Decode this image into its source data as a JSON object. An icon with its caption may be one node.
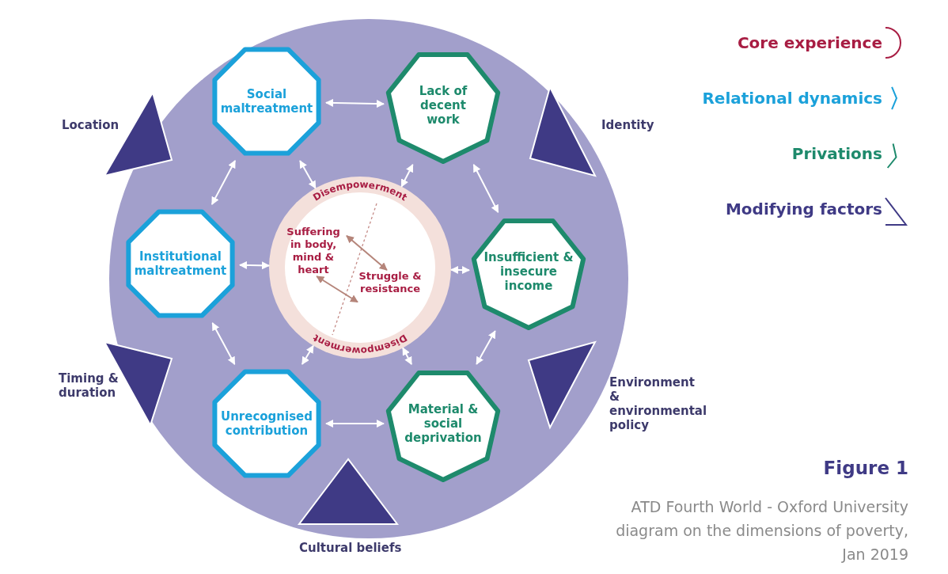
{
  "diagram": {
    "title": "Figure 1",
    "caption": "ATD Fourth World - Oxford University diagram on the dimensions of poverty, Jan 2019",
    "nodes": [
      {
        "text": [
          "Social maltreatment"
        ]
      },
      {
        "text": [
          "Lack of decent work"
        ]
      },
      {
        "text": [
          "Institutional maltreatment"
        ]
      },
      {
        "text": [
          "Disempowerment",
          "Disempowerment"
        ]
      },
      {
        "text": [
          "Suffering in body, mind & heart"
        ],
        "in": 3
      },
      {
        "text": [
          "Struggle & resistance"
        ],
        "in": 3
      },
      {
        "text": [
          "Insufficient & insecure income"
        ]
      },
      {
        "text": [
          "Unrecognised contribution"
        ]
      },
      {
        "text": [
          "Material & social deprivation"
        ]
      },
      {
        "text": [],
        "shape": "triangle",
        "beside": [
          "Location"
        ]
      },
      {
        "text": [],
        "shape": "triangle",
        "beside": [
          "Identity"
        ]
      },
      {
        "text": [],
        "shape": "triangle",
        "beside": [
          "Timing & duration"
        ]
      },
      {
        "text": [],
        "shape": "triangle",
        "beside": [
          "Environment & environmental policy"
        ]
      },
      {
        "text": [],
        "shape": "triangle",
        "beside": [
          "Cultural beliefs"
        ]
      }
    ],
    "edges": [
      {
        "from": 0,
        "to": 1,
        "arrow": "both"
      },
      {
        "from": 0,
        "to": 2,
        "arrow": "both"
      },
      {
        "from": 0,
        "to": 3,
        "arrow": "both"
      },
      {
        "from": 1,
        "to": 3,
        "arrow": "both"
      },
      {
        "from": 1,
        "to": 6,
        "arrow": "both"
      },
      {
        "from": 2,
        "to": 3,
        "arrow": "both"
      },
      {
        "from": 3,
        "to": 6,
        "arrow": "both"
      },
      {
        "from": 2,
        "to": 7,
        "arrow": "both"
      },
      {
        "from": 3,
        "to": 7,
        "arrow": "both"
      },
      {
        "from": 3,
        "to": 8,
        "arrow": "both"
      },
      {
        "from": 6,
        "to": 8,
        "arrow": "both"
      },
      {
        "from": 7,
        "to": 8,
        "arrow": "both"
      },
      {
        "from": 4,
        "to": 5,
        "arrow": "both",
        "color": "#b5857a"
      },
      {
        "from": 4,
        "to": 5,
        "arrow": "both",
        "color": "#b5857a"
      }
    ],
    "legend": [
      {
        "text": "Core experience"
      },
      {
        "text": "Relational dynamics"
      },
      {
        "text": "Privations"
      },
      {
        "text": "Modifying factors"
      }
    ]
  }
}
